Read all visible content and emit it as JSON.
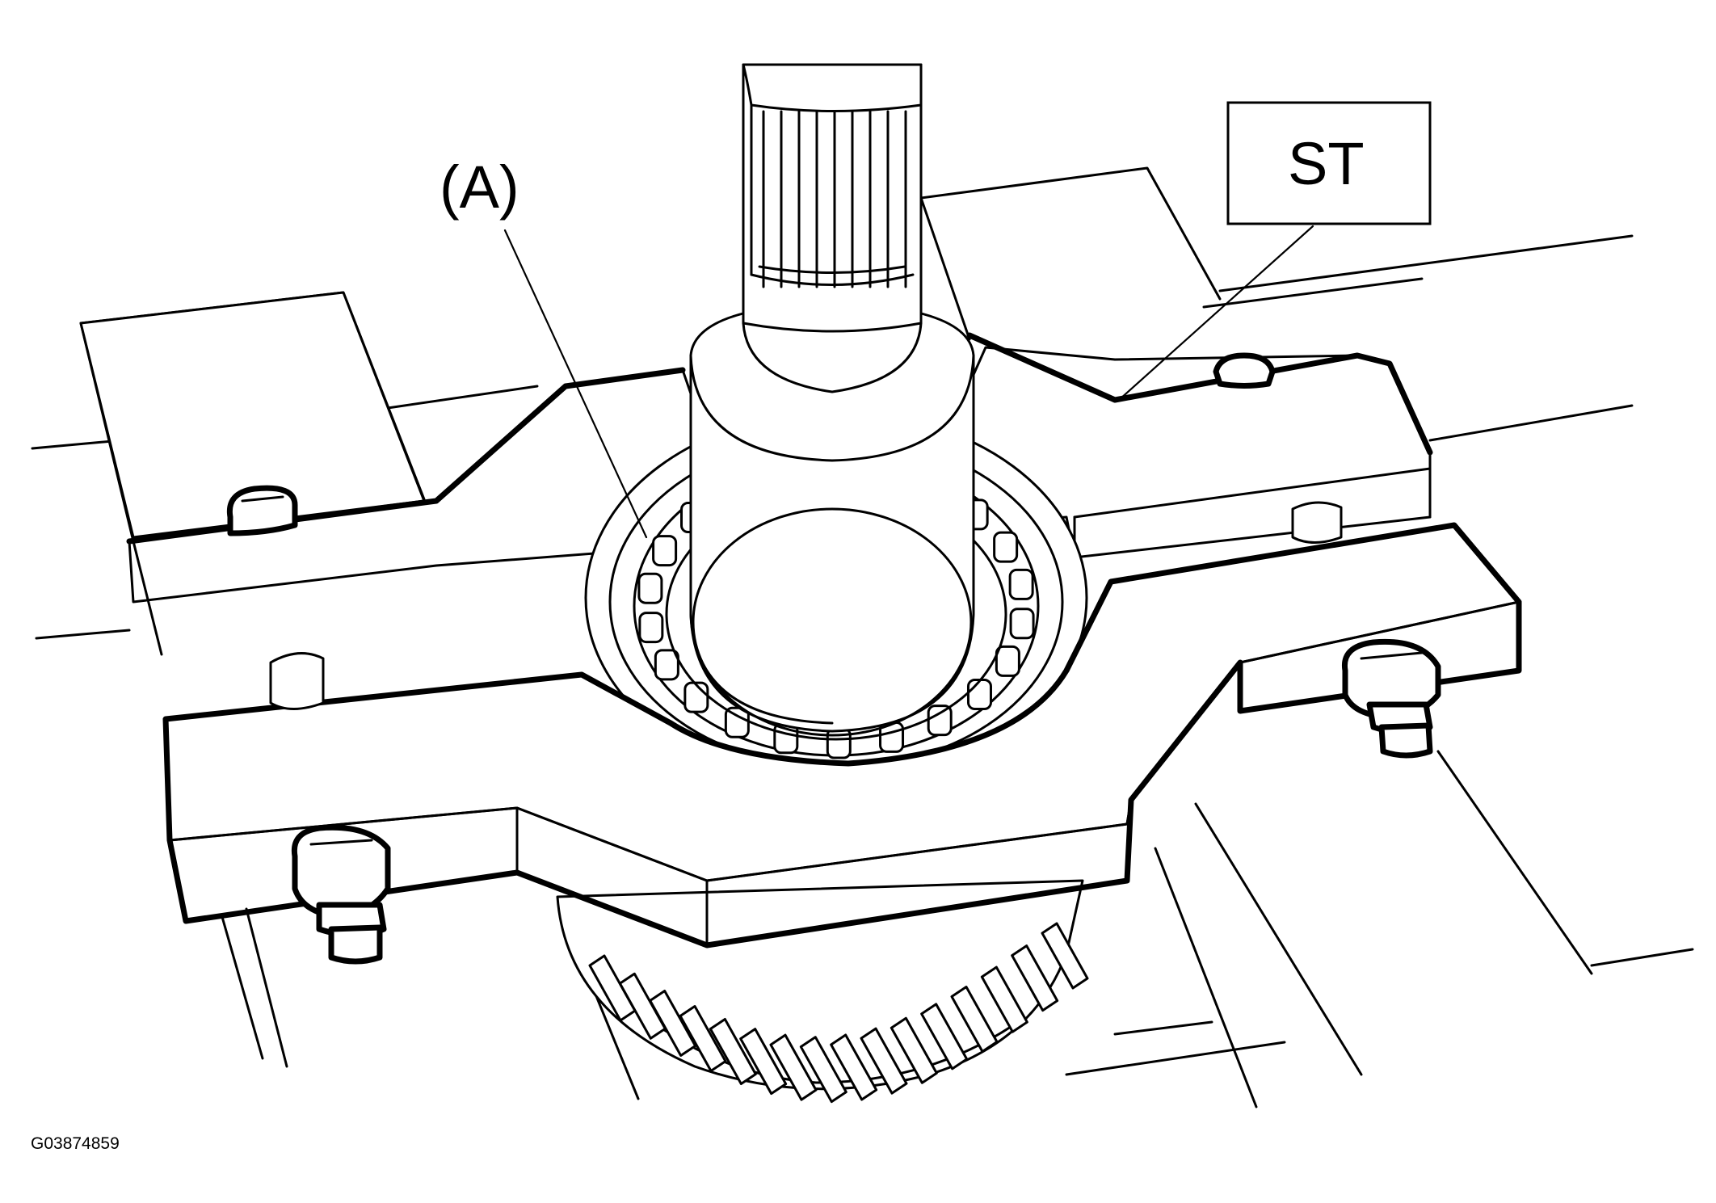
{
  "labels": {
    "part_a": "(A)",
    "special_tool": "ST"
  },
  "figure_id": "G03874859"
}
